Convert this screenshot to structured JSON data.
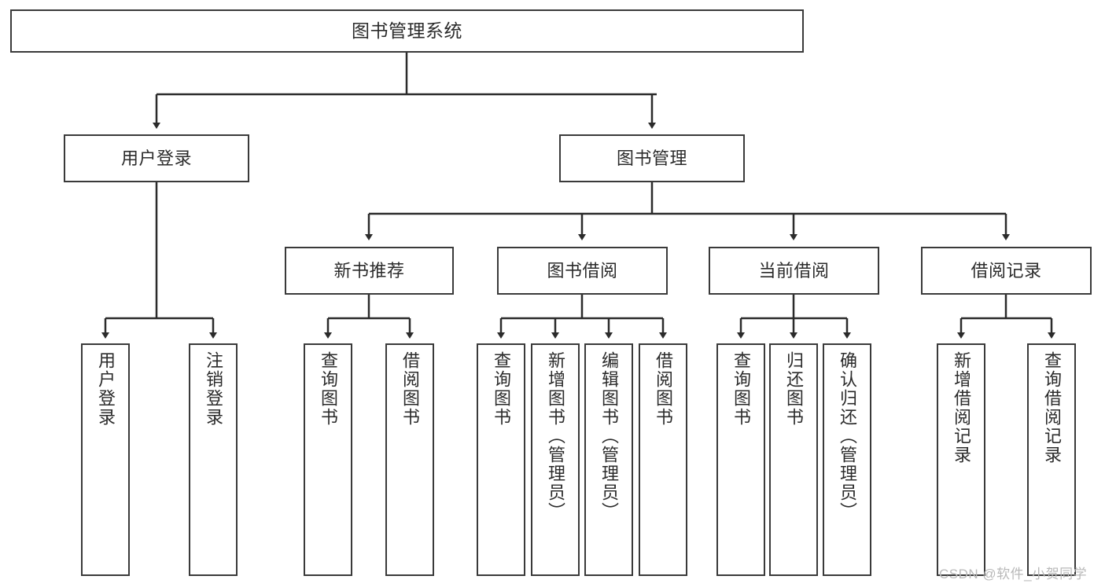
{
  "diagram": {
    "title_node": {
      "label": "图书管理系统"
    },
    "level2": [
      {
        "id": "user-login",
        "label": "用户登录"
      },
      {
        "id": "book-manage",
        "label": "图书管理"
      }
    ],
    "level3": [
      {
        "id": "new-book-recommend",
        "label": "新书推荐"
      },
      {
        "id": "book-borrow",
        "label": "图书借阅"
      },
      {
        "id": "current-borrow",
        "label": "当前借阅"
      },
      {
        "id": "borrow-record",
        "label": "借阅记录"
      }
    ],
    "leaves": {
      "user_login": [
        {
          "id": "leaf-user-login",
          "label": "用户登录"
        },
        {
          "id": "leaf-logout-login",
          "label": "注销登录"
        }
      ],
      "new_book_recommend": [
        {
          "id": "leaf-query-book-1",
          "label": "查询图书"
        },
        {
          "id": "leaf-borrow-book-1",
          "label": "借阅图书"
        }
      ],
      "book_borrow": [
        {
          "id": "leaf-query-book-2",
          "label": "查询图书"
        },
        {
          "id": "leaf-add-book",
          "label": "新增图书（管理员）"
        },
        {
          "id": "leaf-edit-book",
          "label": "编辑图书（管理员）"
        },
        {
          "id": "leaf-borrow-book-2",
          "label": "借阅图书"
        }
      ],
      "current_borrow": [
        {
          "id": "leaf-query-book-3",
          "label": "查询图书"
        },
        {
          "id": "leaf-return-book",
          "label": "归还图书"
        },
        {
          "id": "leaf-confirm-return",
          "label": "确认归还（管理员）"
        }
      ],
      "borrow_record": [
        {
          "id": "leaf-add-record",
          "label": "新增借阅记录"
        },
        {
          "id": "leaf-query-record",
          "label": "查询借阅记录"
        }
      ]
    },
    "watermark": "CSDN @软件_小贺同学",
    "colors": {
      "box_border": "#3a3a3a",
      "box_fill": "#ffffff",
      "edge": "#2b2b2b",
      "text": "#2b2b2b",
      "watermark": "#b9b9b9",
      "background": "#ffffff"
    }
  }
}
